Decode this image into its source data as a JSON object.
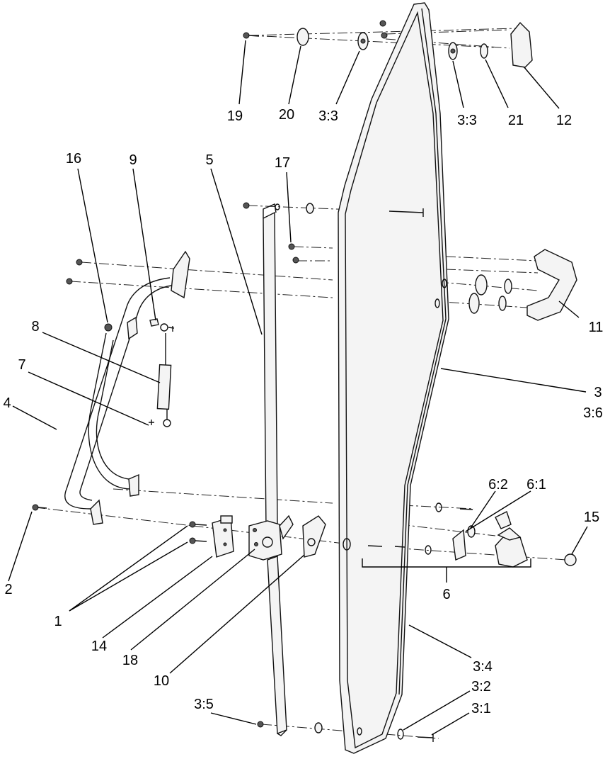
{
  "labels": {
    "l1": "1",
    "l2": "2",
    "l3": "3",
    "l3_6": "3:6",
    "l3_3a": "3:3",
    "l3_3b": "3:3",
    "l3_4": "3:4",
    "l3_2": "3:2",
    "l3_1": "3:1",
    "l3_5": "3:5",
    "l4": "4",
    "l5": "5",
    "l6": "6",
    "l6_1": "6:1",
    "l6_2": "6:2",
    "l7": "7",
    "l8": "8",
    "l9": "9",
    "l10": "10",
    "l11": "11",
    "l12": "12",
    "l14": "14",
    "l15": "15",
    "l16": "16",
    "l17": "17",
    "l18": "18",
    "l19": "19",
    "l20": "20",
    "l21": "21"
  }
}
